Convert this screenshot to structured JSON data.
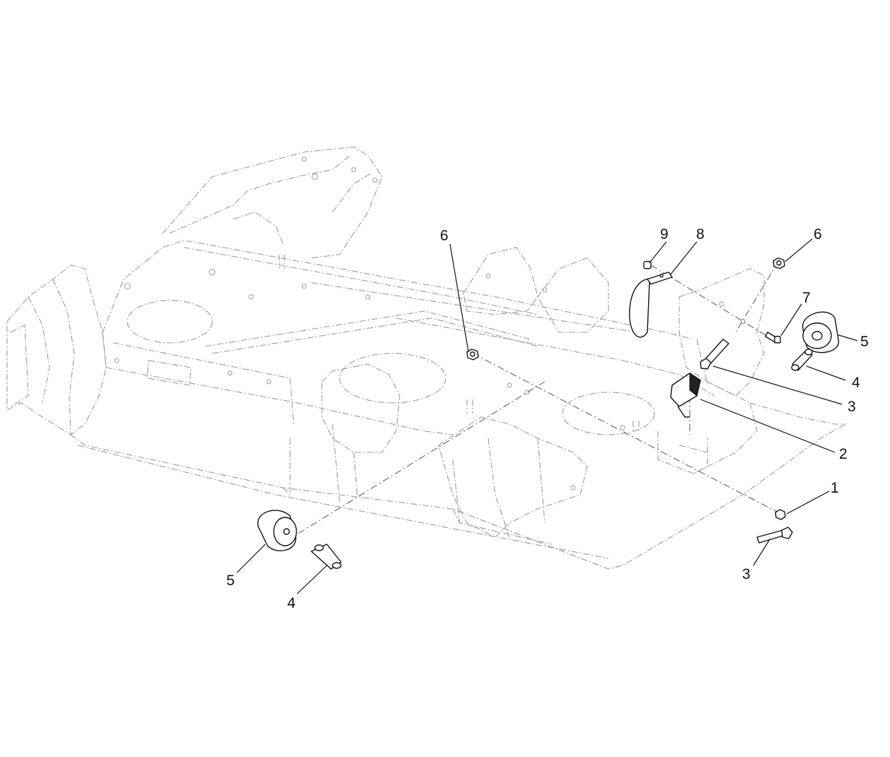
{
  "callouts": [
    {
      "id": "c1",
      "label": "1"
    },
    {
      "id": "c2",
      "label": "2"
    },
    {
      "id": "c3a",
      "label": "3"
    },
    {
      "id": "c3b",
      "label": "3"
    },
    {
      "id": "c4a",
      "label": "4"
    },
    {
      "id": "c4b",
      "label": "4"
    },
    {
      "id": "c5a",
      "label": "5"
    },
    {
      "id": "c5b",
      "label": "5"
    },
    {
      "id": "c6a",
      "label": "6"
    },
    {
      "id": "c6b",
      "label": "6"
    },
    {
      "id": "c7",
      "label": "7"
    },
    {
      "id": "c8",
      "label": "8"
    },
    {
      "id": "c9",
      "label": "9"
    }
  ],
  "colors": {
    "ghost_line": "#9a9a9a",
    "part_line": "#111111",
    "background": "#ffffff"
  }
}
